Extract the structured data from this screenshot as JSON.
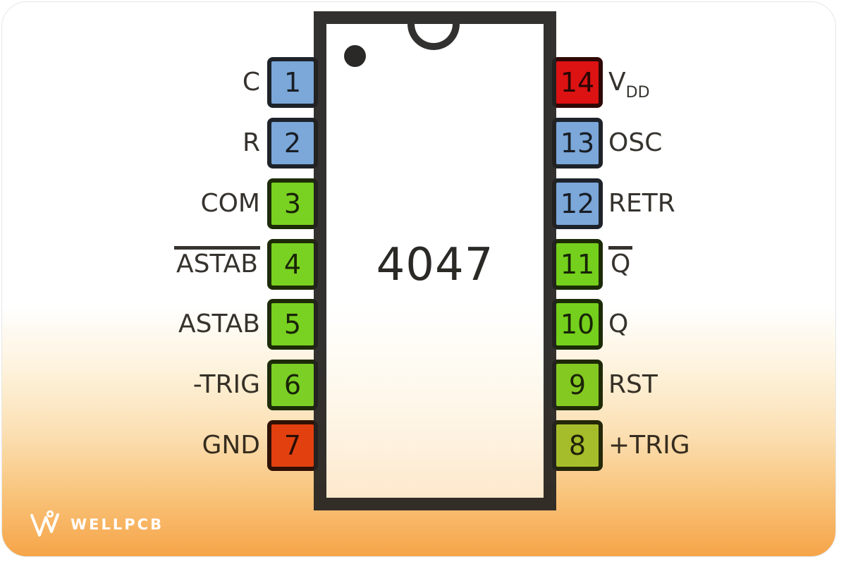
{
  "page": {
    "background_color": "#ffffff"
  },
  "card": {
    "gradient_top_color": "#ffffff",
    "gradient_bottom_color": "#f6a448",
    "border_color": "#e4e7eb"
  },
  "chip": {
    "label": "4047",
    "body_fill": "#ffffff",
    "outline_color": "#000000",
    "pin_count": 14
  },
  "pins": {
    "left": [
      {
        "number": "1",
        "label": "C",
        "color": "#7ba7d9",
        "overline": false
      },
      {
        "number": "2",
        "label": "R",
        "color": "#7ba7d9",
        "overline": false
      },
      {
        "number": "3",
        "label": "COM",
        "color": "#79d121",
        "overline": false
      },
      {
        "number": "4",
        "label": "ASTAB",
        "color": "#79d121",
        "overline": true
      },
      {
        "number": "5",
        "label": "ASTAB",
        "color": "#79d121",
        "overline": false
      },
      {
        "number": "6",
        "label": "-TRIG",
        "color": "#7bcf25",
        "overline": false
      },
      {
        "number": "7",
        "label": "GND",
        "color": "#e2410f",
        "overline": false
      }
    ],
    "right": [
      {
        "number": "14",
        "label": "V",
        "sub": "DD",
        "color": "#dd1212",
        "overline": false
      },
      {
        "number": "13",
        "label": "OSC",
        "color": "#7ba7d9",
        "overline": false
      },
      {
        "number": "12",
        "label": "RETR",
        "color": "#7ba7d9",
        "overline": false
      },
      {
        "number": "11",
        "label": "Q",
        "color": "#74d01c",
        "overline": true
      },
      {
        "number": "10",
        "label": "Q",
        "color": "#74d01c",
        "overline": false
      },
      {
        "number": "9",
        "label": "RST",
        "color": "#84c922",
        "overline": false
      },
      {
        "number": "8",
        "label": "+TRIG",
        "color": "#a6bd2b",
        "overline": false
      }
    ]
  },
  "branding": {
    "logo_text": "WELLPCB",
    "logo_color": "#ffffff"
  }
}
